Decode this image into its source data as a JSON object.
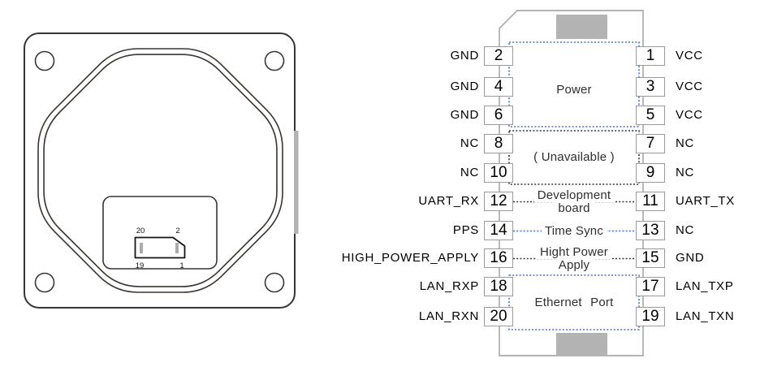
{
  "device_view": {
    "connector_labels": {
      "top_left": "20",
      "top_right": "2",
      "bottom_left": "19",
      "bottom_right": "1"
    }
  },
  "pinout": {
    "left_pins": [
      {
        "num": "2",
        "label": "GND"
      },
      {
        "num": "4",
        "label": "GND"
      },
      {
        "num": "6",
        "label": "GND"
      },
      {
        "num": "8",
        "label": "NC"
      },
      {
        "num": "10",
        "label": "NC"
      },
      {
        "num": "12",
        "label": "UART_RX"
      },
      {
        "num": "14",
        "label": "PPS"
      },
      {
        "num": "16",
        "label": "HIGH_POWER_APPLY"
      },
      {
        "num": "18",
        "label": "LAN_RXP"
      },
      {
        "num": "20",
        "label": "LAN_RXN"
      }
    ],
    "right_pins": [
      {
        "num": "1",
        "label": "VCC"
      },
      {
        "num": "3",
        "label": "VCC"
      },
      {
        "num": "5",
        "label": "VCC"
      },
      {
        "num": "7",
        "label": "NC"
      },
      {
        "num": "9",
        "label": "NC"
      },
      {
        "num": "11",
        "label": "UART_TX"
      },
      {
        "num": "13",
        "label": "NC"
      },
      {
        "num": "15",
        "label": "GND"
      },
      {
        "num": "17",
        "label": "LAN_TXP"
      },
      {
        "num": "19",
        "label": "LAN_TXN"
      }
    ],
    "sections": {
      "power": "Power",
      "unavailable": "( Unavailable )",
      "development_line1": "Development",
      "development_line2": "board",
      "time_sync": "Time Sync",
      "high_power_line1": "Hight Power",
      "high_power_line2": "Apply",
      "ethernet": "Ethernet Port"
    }
  },
  "colors": {
    "section_blue": "#4472c4",
    "section_black": "#333333",
    "module_outline": "#9c9c9c",
    "connector_fill": "#b3b3b3",
    "device_outline": "#3b3531"
  }
}
